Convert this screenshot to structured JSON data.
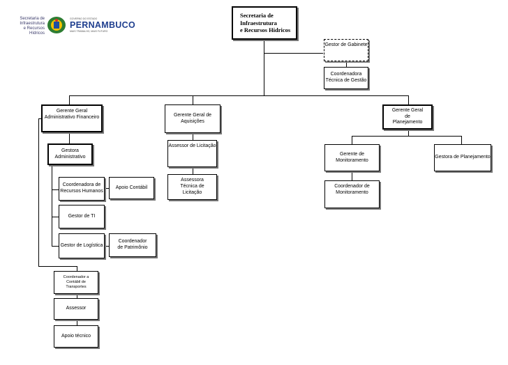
{
  "header": {
    "logo_left": {
      "line1": "Secretaria de",
      "line2": "Infraestrutura",
      "line3": "e Recursos Hídricos"
    },
    "logo_right": {
      "top": "GOVERNO DO ESTADO",
      "brand": "PERNAMBUCO",
      "sub": "MAIS TRABALHO, MAIS FUTURO"
    }
  },
  "nodes": {
    "secretaria": [
      "Secretaria de",
      "Infraestrutura",
      "e Recursos Hídricos"
    ],
    "gestor_gabinete": [
      "Gestor de Gabinete"
    ],
    "coord_tecnica_gestao": [
      "Coordenadora",
      "Técnica de Gestão"
    ],
    "gg_adm_fin": [
      "Gerente Geral",
      "Administrativo Financeiro"
    ],
    "gg_aquisicoes": [
      "Gerente Geral de",
      "Aquisições"
    ],
    "gg_planejamento": [
      "Gerente Geral",
      "de",
      "Planejamento"
    ],
    "gestora_adm": [
      "Gestora",
      "Administrativo"
    ],
    "assessor_licitacao": [
      "Assessor de Licitação"
    ],
    "assessora_tecnica": [
      "Assessora",
      "Técnica de",
      "Licitação"
    ],
    "gerente_monit": [
      "Gerente de",
      "Monitoramento"
    ],
    "gestora_planej": [
      "Gestora de Planejamento"
    ],
    "coord_monit": [
      "Coordenador de",
      "Monitoramento"
    ],
    "coord_rh": [
      "Coordenadora de",
      "Recursos Humanos"
    ],
    "apoio_contabil": [
      "Apoio Contábil"
    ],
    "gestor_ti": [
      "Gestor de TI"
    ],
    "gestor_logistica": [
      "Gestor de Logística"
    ],
    "coord_patrimonio": [
      "Coordenador",
      "de Patrimônio"
    ],
    "coord_contabil": [
      "Coordenador a",
      "Contábil  de",
      "Transportes"
    ],
    "assessor": [
      "Assessor"
    ],
    "apoio_tecnico": [
      "Apoio técnico"
    ]
  }
}
